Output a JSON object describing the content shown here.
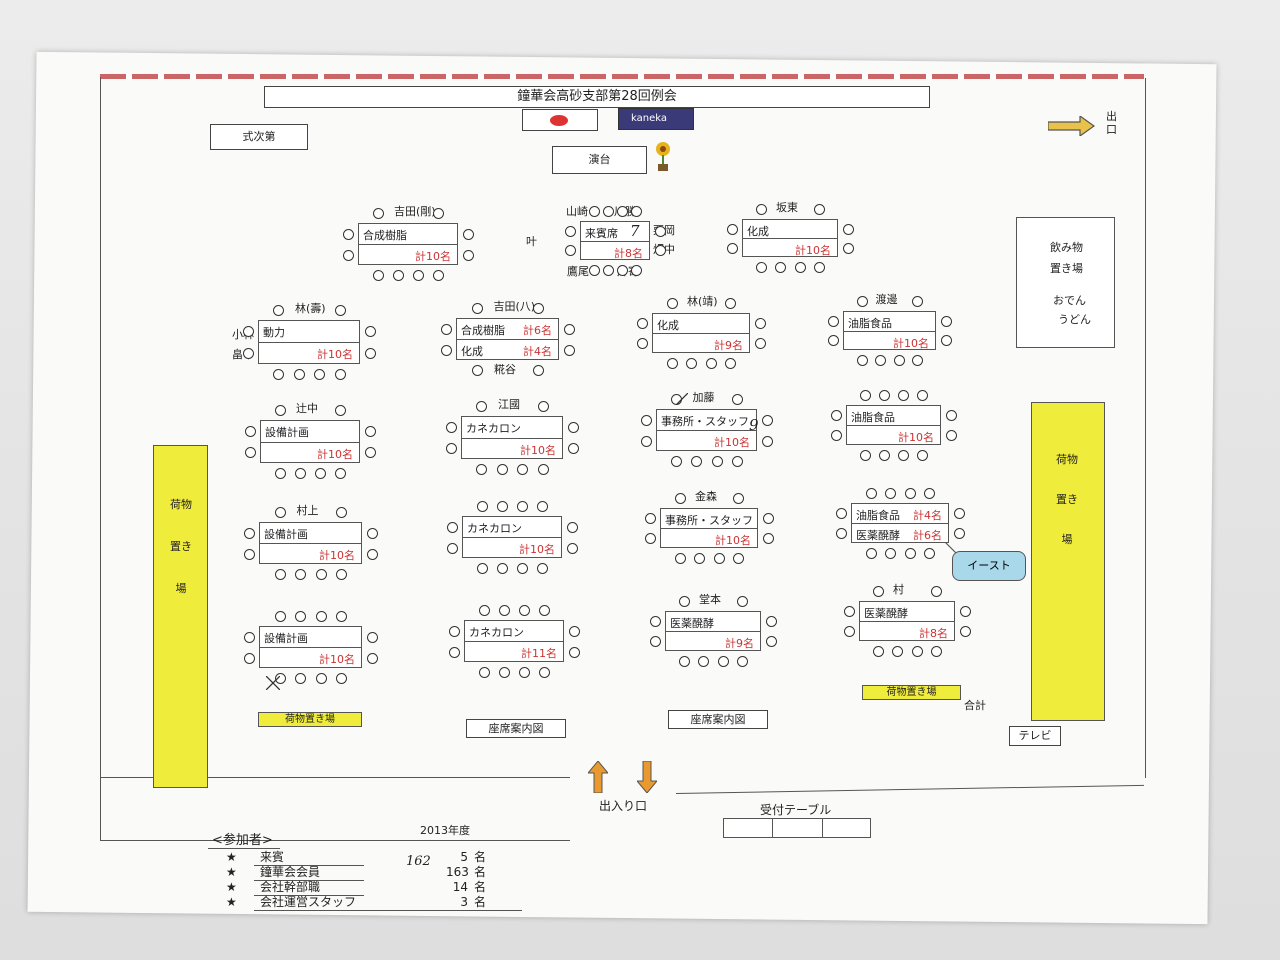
{
  "title": "鐘華会高砂支部第28回例会",
  "header_badges": {
    "flag_label": "",
    "kaneka": "kaneka"
  },
  "labels": {
    "program": "式次第",
    "stage": "演台",
    "exit": "出口",
    "entrance": "出入り口",
    "reception": "受付テーブル",
    "tv": "テレビ",
    "drinks_1": "飲み物",
    "drinks_2": "置き場",
    "oden": "おでん",
    "udon": "うどん",
    "luggage_vertical": "荷物置き場",
    "luggage_band": "荷物置き場",
    "seating_guide": "座席案内図",
    "east_bubble": "イースト",
    "total": "合計"
  },
  "guests": {
    "top": [
      "山崎",
      "川勝"
    ],
    "left": "叶",
    "right": [
      "栗岡",
      "畑中"
    ],
    "bottom": [
      "鷹尾",
      "片寄"
    ]
  },
  "tables": [
    {
      "id": "r0c0",
      "host": "吉田(剛)",
      "rows": [
        {
          "name": "合成樹脂",
          "count": ""
        },
        {
          "name": "",
          "count": "計10名"
        }
      ]
    },
    {
      "id": "r0c1",
      "host": "",
      "rows": [
        {
          "name": "来賓席",
          "count": ""
        },
        {
          "name": "",
          "count": "計8名"
        }
      ]
    },
    {
      "id": "r0c2",
      "host": "坂東",
      "rows": [
        {
          "name": "化成",
          "count": ""
        },
        {
          "name": "",
          "count": "計10名"
        }
      ]
    },
    {
      "id": "r1c0",
      "host": "林(壽)",
      "side": [
        "小林",
        "畠中"
      ],
      "rows": [
        {
          "name": "動力",
          "count": ""
        },
        {
          "name": "",
          "count": "計10名"
        }
      ]
    },
    {
      "id": "r1c1",
      "host": "吉田(八)",
      "bottom": "糀谷",
      "rows": [
        {
          "name": "合成樹脂",
          "count": "計6名"
        },
        {
          "name": "化成",
          "count": "計4名"
        }
      ]
    },
    {
      "id": "r1c2",
      "host": "林(靖)",
      "rows": [
        {
          "name": "化成",
          "count": ""
        },
        {
          "name": "",
          "count": "計9名"
        }
      ]
    },
    {
      "id": "r1c3",
      "host": "渡邊",
      "rows": [
        {
          "name": "油脂食品",
          "count": ""
        },
        {
          "name": "",
          "count": "計10名"
        }
      ]
    },
    {
      "id": "r2c0",
      "host": "辻中",
      "rows": [
        {
          "name": "設備計画",
          "count": ""
        },
        {
          "name": "",
          "count": "計10名"
        }
      ]
    },
    {
      "id": "r2c1",
      "host": "江國",
      "rows": [
        {
          "name": "カネカロン",
          "count": ""
        },
        {
          "name": "",
          "count": "計10名"
        }
      ]
    },
    {
      "id": "r2c2",
      "host": "加藤",
      "rows": [
        {
          "name": "事務所・スタッフ",
          "count": ""
        },
        {
          "name": "",
          "count": "計10名"
        }
      ]
    },
    {
      "id": "r2c3",
      "host": "",
      "rows": [
        {
          "name": "油脂食品",
          "count": ""
        },
        {
          "name": "",
          "count": "計10名"
        }
      ]
    },
    {
      "id": "r3c0",
      "host": "村上",
      "rows": [
        {
          "name": "設備計画",
          "count": ""
        },
        {
          "name": "",
          "count": "計10名"
        }
      ]
    },
    {
      "id": "r3c1",
      "host": "",
      "rows": [
        {
          "name": "カネカロン",
          "count": ""
        },
        {
          "name": "",
          "count": "計10名"
        }
      ]
    },
    {
      "id": "r3c2",
      "host": "金森",
      "rows": [
        {
          "name": "事務所・スタッフ",
          "count": ""
        },
        {
          "name": "",
          "count": "計10名"
        }
      ]
    },
    {
      "id": "r3c3",
      "host": "",
      "rows": [
        {
          "name": "油脂食品",
          "count": "計4名"
        },
        {
          "name": "医薬醗酵",
          "count": "計6名"
        }
      ]
    },
    {
      "id": "r4c0",
      "host": "",
      "rows": [
        {
          "name": "設備計画",
          "count": ""
        },
        {
          "name": "",
          "count": "計10名"
        }
      ]
    },
    {
      "id": "r4c1",
      "host": "",
      "rows": [
        {
          "name": "カネカロン",
          "count": ""
        },
        {
          "name": "",
          "count": "計11名"
        }
      ]
    },
    {
      "id": "r4c2",
      "host": "堂本",
      "rows": [
        {
          "name": "医薬醗酵",
          "count": ""
        },
        {
          "name": "",
          "count": "計9名"
        }
      ]
    },
    {
      "id": "r4c3",
      "host": "村",
      "rows": [
        {
          "name": "医薬醗酵",
          "count": ""
        },
        {
          "name": "",
          "count": "計8名"
        }
      ]
    }
  ],
  "handwritten": {
    "guests_fix": "7",
    "kato_fix": "9",
    "members_fix": "162"
  },
  "attendees": {
    "heading": "<参加者>",
    "year": "2013年度",
    "star": "★",
    "items": [
      {
        "label": "来賓",
        "count": "5",
        "unit": "名"
      },
      {
        "label": "鐘華会会員",
        "count": "163",
        "unit": "名"
      },
      {
        "label": "会社幹部職",
        "count": "14",
        "unit": "名"
      },
      {
        "label": "会社運営スタッフ",
        "count": "3",
        "unit": "名"
      }
    ]
  },
  "colors": {
    "accent_red": "#c33",
    "luggage_yellow": "#f0ec3c",
    "bubble_blue": "#a9d8ea",
    "kaneka_navy": "#3b3a78"
  }
}
